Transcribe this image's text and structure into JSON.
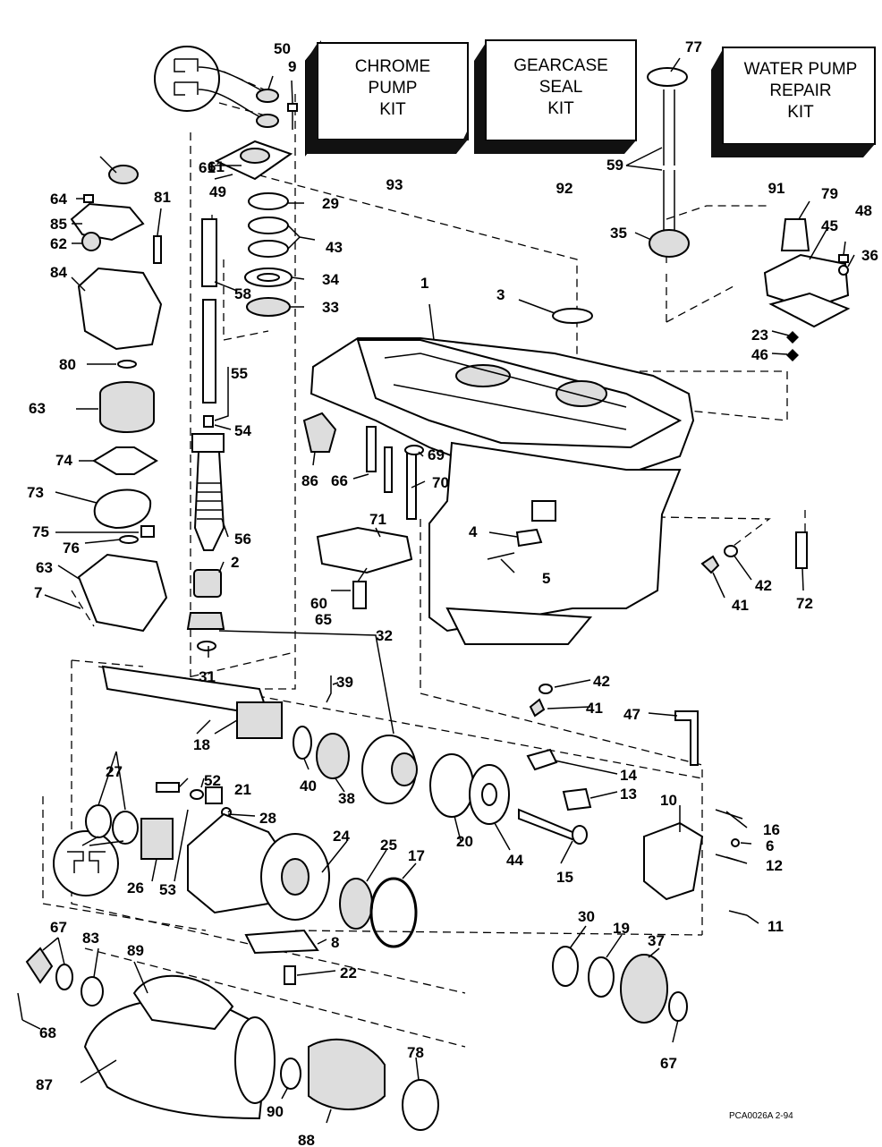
{
  "kits": [
    {
      "name": "chrome-pump-kit",
      "lines": [
        "CHROME",
        "PUMP",
        "KIT"
      ],
      "number": "93"
    },
    {
      "name": "gearcase-seal-kit",
      "lines": [
        "GEARCASE",
        "SEAL",
        "KIT"
      ],
      "number": "92"
    },
    {
      "name": "water-pump-repair-kit",
      "lines": [
        "WATER PUMP",
        "REPAIR",
        "KIT"
      ],
      "number": "91"
    }
  ],
  "callouts": [
    "50",
    "9",
    "61",
    "49",
    "29",
    "43",
    "34",
    "33",
    "58",
    "55",
    "54",
    "56",
    "2",
    "32",
    "31",
    "61",
    "64",
    "85",
    "62",
    "84",
    "81",
    "80",
    "63",
    "74",
    "73",
    "75",
    "76",
    "63",
    "7",
    "77",
    "59",
    "35",
    "79",
    "45",
    "48",
    "36",
    "23",
    "46",
    "3",
    "1",
    "86",
    "66",
    "69",
    "70",
    "71",
    "4",
    "5",
    "60",
    "65",
    "41",
    "42",
    "72",
    "42",
    "41",
    "47",
    "39",
    "18",
    "40",
    "38",
    "20",
    "44",
    "14",
    "13",
    "15",
    "27",
    "52",
    "21",
    "28",
    "53",
    "26",
    "24",
    "25",
    "17",
    "10",
    "16",
    "6",
    "12",
    "11",
    "8",
    "22",
    "30",
    "19",
    "37",
    "67",
    "83",
    "89",
    "68",
    "87",
    "90",
    "88",
    "78",
    "67"
  ],
  "drawing_code": "PCA0026A  2-94"
}
